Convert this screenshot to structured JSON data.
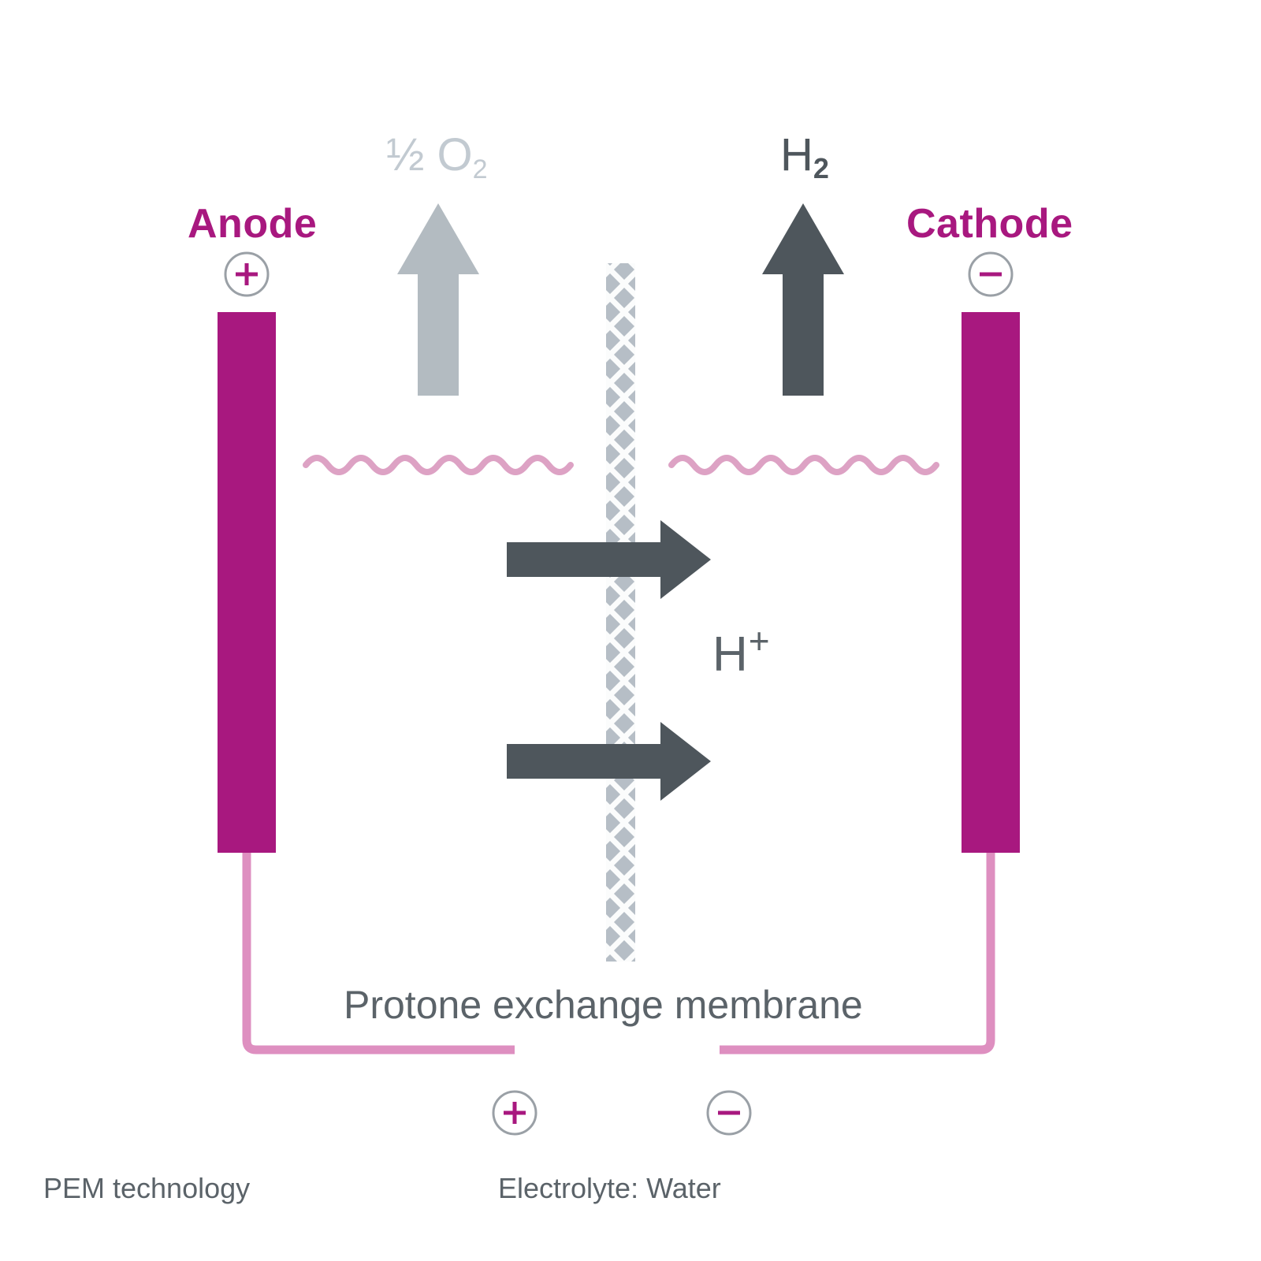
{
  "diagram": {
    "title_anode": "Anode",
    "title_cathode": "Cathode",
    "gas_oxygen": "½ O",
    "gas_oxygen_sub": "2",
    "gas_hydrogen": "H",
    "gas_hydrogen_sub": "2",
    "ion_label": "H",
    "ion_label_sup": "+",
    "membrane_caption": "Protone exchange membrane",
    "anode_polarity": "+",
    "cathode_polarity": "−",
    "circuit_positive": "+",
    "circuit_negative": "−",
    "footer_left": "PEM technology",
    "footer_center": "Electrolyte: Water",
    "colors": {
      "electrode_magenta": "#A8187F",
      "wire_pink": "#DE8FC0",
      "water_pink": "#DDA2C4",
      "gas_dark": "#4E565C",
      "gas_light": "#B3BBC1",
      "membrane_gray": "#B6BEC6",
      "text_gray": "#5B6369",
      "background": "#FFFFFF"
    },
    "icons": {
      "oxygen_arrow": "arrow-up-icon",
      "hydrogen_arrow": "arrow-up-icon",
      "proton_arrow_upper": "arrow-right-icon",
      "proton_arrow_lower": "arrow-right-icon",
      "plus_badge": "plus-circle-icon",
      "minus_badge": "minus-circle-icon",
      "water_surface": "wave-line-icon",
      "membrane": "mesh-membrane-icon"
    }
  }
}
